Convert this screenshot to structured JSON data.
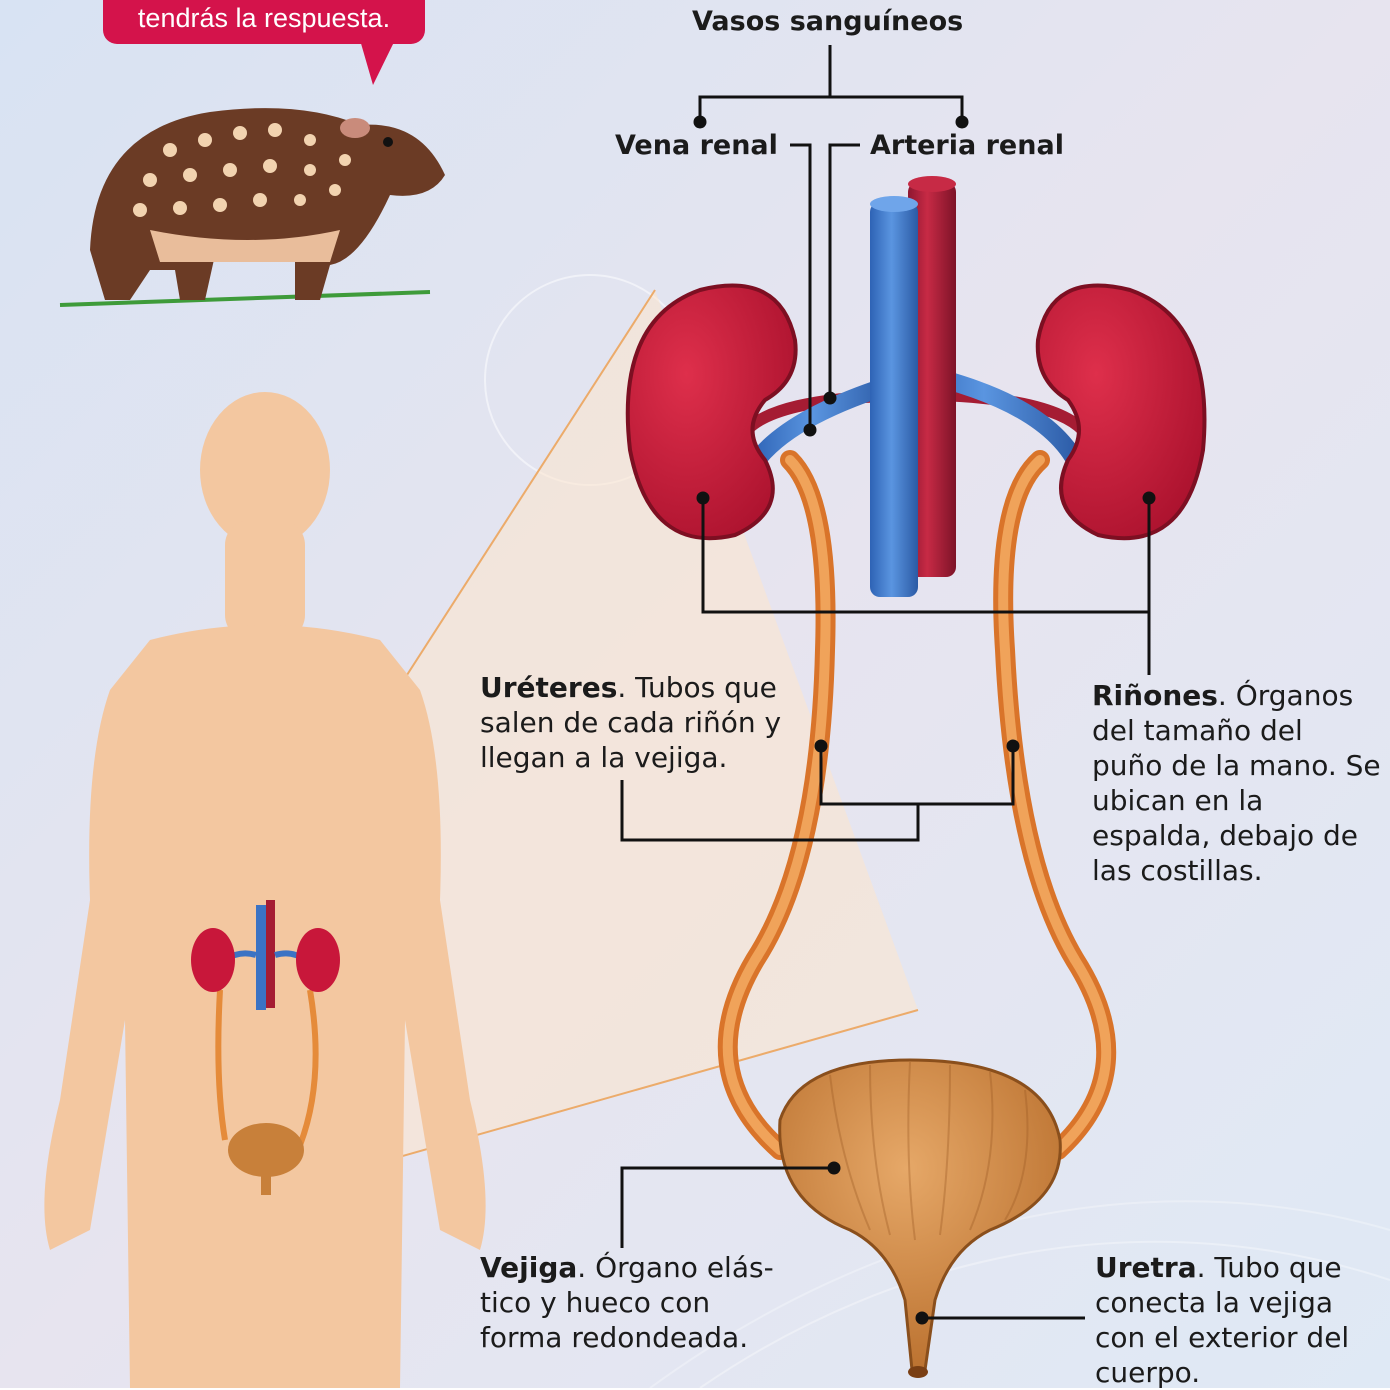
{
  "bubble": {
    "text": "tendrás la respuesta."
  },
  "labels": {
    "vasos": "Vasos sanguíneos",
    "vena": "Vena renal",
    "arteria": "Arteria renal"
  },
  "ureteres": {
    "term": "Uréteres",
    "rest": ". Tubos que salen de cada riñón y llegan a la vejiga."
  },
  "rinones": {
    "term": "Riñones",
    "rest": ". Órganos del tamaño del puño de la mano. Se ubican en la espalda, debajo de las costillas."
  },
  "vejiga": {
    "term": "Vejiga",
    "rest": ". Órgano elás- tico y hueco con forma redondeada."
  },
  "uretra": {
    "term": "Uretra",
    "rest": ". Tubo que conecta la vejiga con el exterior del cuerpo."
  },
  "colors": {
    "kidney": "#c8173a",
    "vein": "#3b73c4",
    "artery": "#a51c33",
    "ureter": "#e58b3a",
    "bladder": "#c8803a",
    "skin": "#f3c7a0",
    "bubble": "#d4134b"
  }
}
